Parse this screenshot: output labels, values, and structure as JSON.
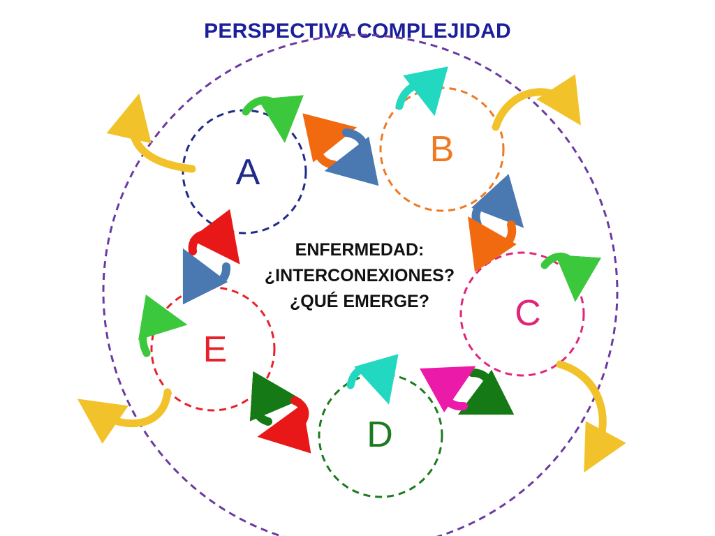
{
  "title": "PERSPECTIVA COMPLEJIDAD",
  "center": {
    "line1": "ENFERMEDAD:",
    "line2": "¿INTERCONEXIONES?",
    "line3": "¿QUÉ EMERGE?"
  },
  "nodes": [
    {
      "label": "A",
      "color": "#1f2a8a"
    },
    {
      "label": "B",
      "color": "#f07820"
    },
    {
      "label": "C",
      "color": "#e0257a"
    },
    {
      "label": "D",
      "color": "#1e7a1e"
    },
    {
      "label": "E",
      "color": "#e8202a"
    }
  ],
  "colors": {
    "outer_circle": "#6a3aa0",
    "title": "#1b1f9a",
    "label_A": "#1f2a8a",
    "label_B": "#f07820",
    "label_C": "#e0257a",
    "label_D": "#1e7a1e",
    "label_E": "#e8202a",
    "arrow_green": "#3cc83c",
    "arrow_teal": "#22d8c0",
    "arrow_yellow": "#f2c22a",
    "arrow_orange": "#f26a10",
    "arrow_blue": "#4a78b0",
    "arrow_red": "#e81818",
    "arrow_darkgreen": "#157a15",
    "arrow_magenta": "#ec1aa8"
  }
}
